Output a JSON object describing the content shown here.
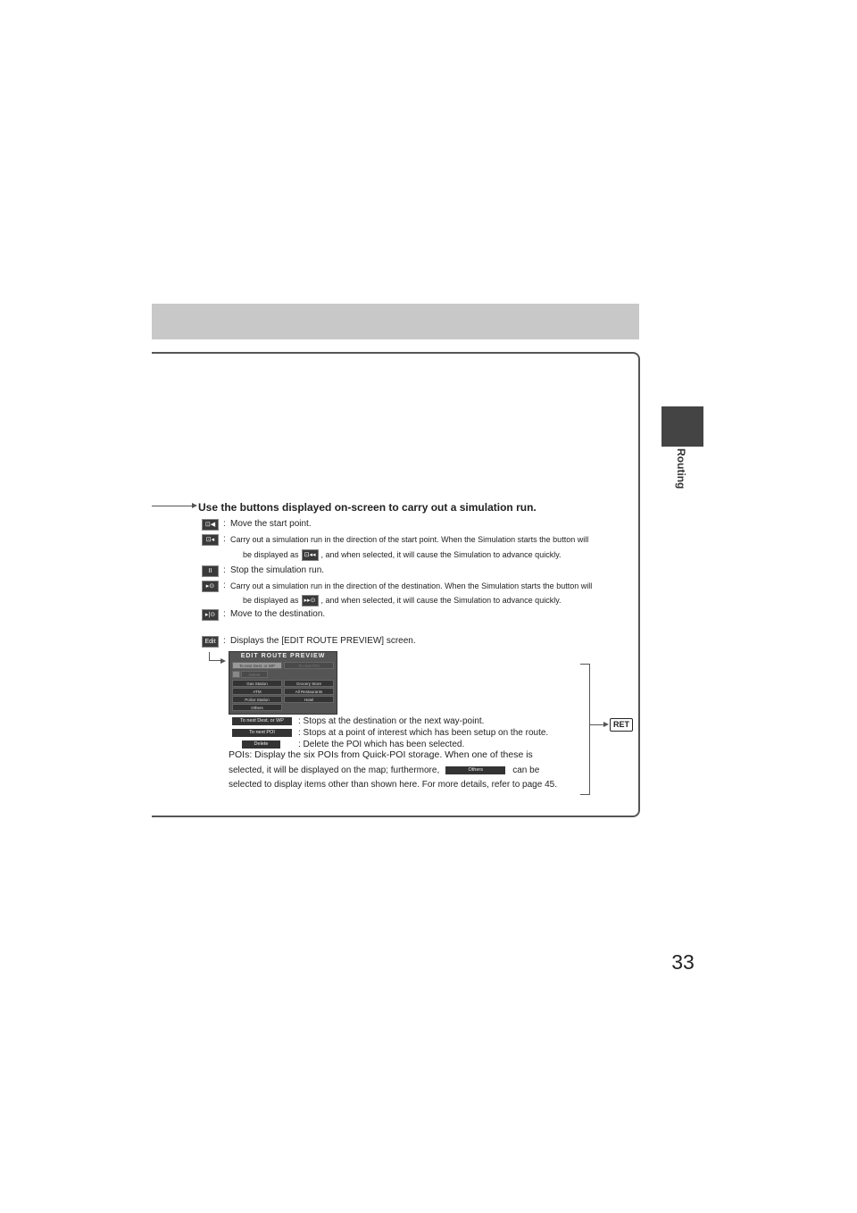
{
  "sidebar": {
    "section_label": "Routing"
  },
  "page_number": "33",
  "heading": "Use the buttons displayed on-screen to carry out a simulation run.",
  "items": [
    {
      "icon": "move-start-icon",
      "glyph": "⊡◀",
      "text": "Move the start point."
    },
    {
      "icon": "run-to-start-icon",
      "glyph": "⊡◂",
      "text1": "Carry out a simulation run in the direction of the start point. When the Simulation starts the button will",
      "text2a": "be displayed as",
      "text2b": ", and when selected, it will cause the Simulation to advance quickly.",
      "alt_glyph": "⊡◂◂"
    },
    {
      "icon": "pause-icon",
      "glyph": "II",
      "text": "Stop the simulation run."
    },
    {
      "icon": "run-to-destination-icon",
      "glyph": "▸⊙",
      "text1": "Carry out a simulation run in the direction of the destination. When the Simulation starts the button will",
      "text2a": "be displayed as",
      "text2b": ", and when selected, it will cause the Simulation to advance quickly.",
      "alt_glyph": "▸▸⊙"
    },
    {
      "icon": "move-destination-icon",
      "glyph": "▸|⊙",
      "text": "Move to the destination."
    },
    {
      "icon": "edit-icon",
      "glyph": "Edit",
      "text": "Displays the [EDIT ROUTE PREVIEW] screen."
    }
  ],
  "screen": {
    "title": "EDIT ROUTE PREVIEW",
    "btn_next_dest": "To next Dest. or WP",
    "btn_next_poi": "To next POI",
    "btn_delete": "Delete",
    "pois": [
      "Gas Station",
      "Grocery Store",
      "ATM",
      "All Restaurants",
      "Police Station",
      "Hotel"
    ],
    "others": "Others"
  },
  "legend": [
    {
      "button": "To next Dest. or WP",
      "text": ": Stops at the destination or the next way-point."
    },
    {
      "button": "To next POI",
      "text": ": Stops at a point of interest which has been setup on the route."
    },
    {
      "button": "Delete",
      "text": ": Delete the POI which has been selected."
    }
  ],
  "pois_note": {
    "line1": "POIs: Display the six POIs from Quick-POI storage. When one of these is",
    "line2a": "selected, it will be displayed on the map; furthermore,",
    "others_button": "Others",
    "line2b": "can be",
    "line3": "selected to display items other than shown here. For more details, refer to page 45."
  },
  "ret_label": "RET",
  "colon": ":"
}
